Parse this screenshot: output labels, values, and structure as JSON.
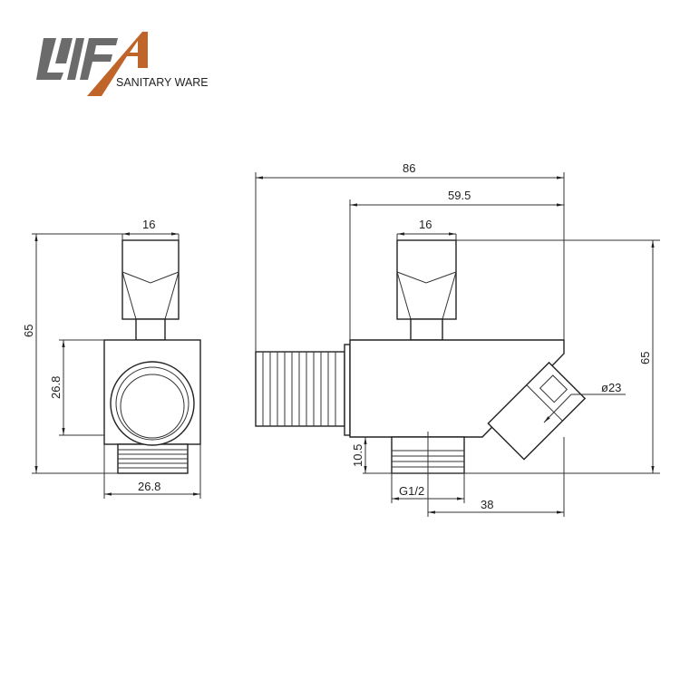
{
  "logo": {
    "brand": "LIFA",
    "tagline": "SANITARY WARE",
    "colors": {
      "gray": "#6b6b6b",
      "orange": "#c0652a"
    }
  },
  "side_view": {
    "dims": {
      "handle_width": "16",
      "height": "65",
      "body_height": "26.8",
      "body_width": "26.8"
    }
  },
  "front_view": {
    "dims": {
      "total_length": "86",
      "body_length": "59.5",
      "handle_width": "16",
      "height": "65",
      "outlet_diameter": "ø23",
      "thread_height": "10.5",
      "thread": "G1/2",
      "center_offset": "38"
    }
  }
}
